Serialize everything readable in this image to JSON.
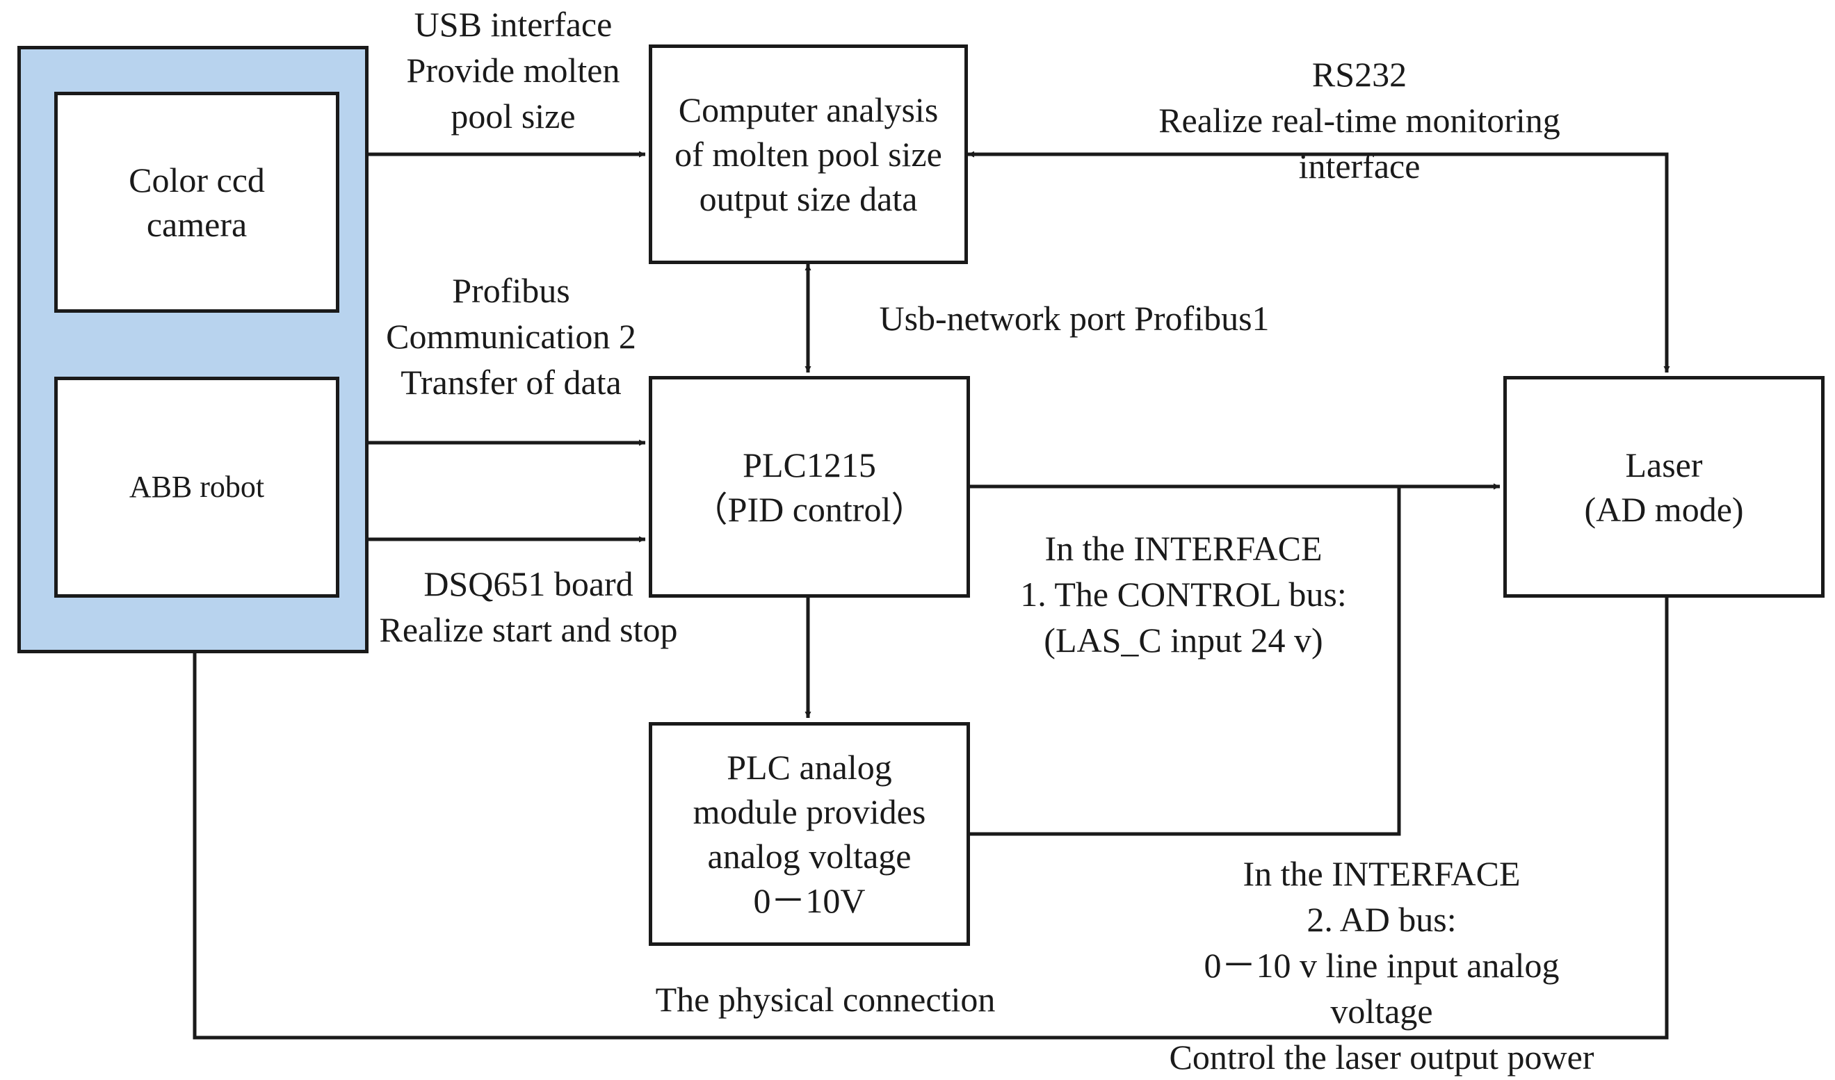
{
  "diagram": {
    "nodes": {
      "camera": "Color ccd\ncamera",
      "robot": "ABB robot",
      "computer": "Computer analysis\nof molten pool size\noutput size data",
      "plc": "PLC1215\n（PID control）",
      "analog": "PLC analog\nmodule provides\nanalog voltage\n0－10V",
      "laser": "Laser\n(AD mode)"
    },
    "edge_labels": {
      "usb": "USB interface\nProvide molten\npool size",
      "rs232": "RS232\nRealize real-time monitoring interface",
      "usb_network": "Usb-network port Profibus1",
      "profibus": "Profibus\nCommunication 2\nTransfer of data",
      "dsq": "DSQ651 board\nRealize start and stop",
      "control_bus": "In the INTERFACE\n1. The CONTROL bus:\n(LAS_C input 24 v)",
      "ad_bus": "In the INTERFACE\n2. AD bus:\n0－10 v line input analog voltage\nControl the laser output power",
      "physical": "The physical connection"
    }
  }
}
